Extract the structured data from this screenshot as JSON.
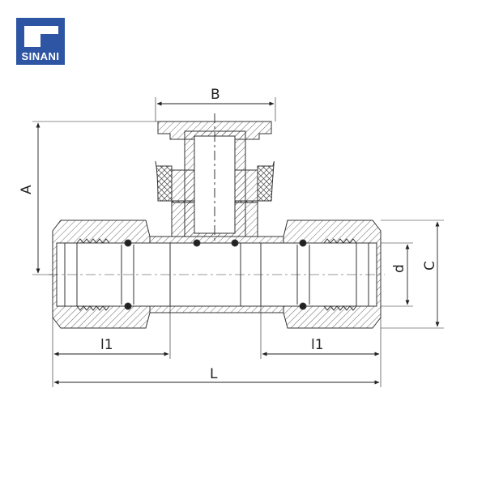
{
  "logo": {
    "text": "SINANI",
    "color": "#2e55a3"
  },
  "dimensions": {
    "A": "A",
    "B": "B",
    "C": "C",
    "d": "d",
    "l1_left": "l1",
    "l1_right": "l1",
    "L": "L"
  }
}
